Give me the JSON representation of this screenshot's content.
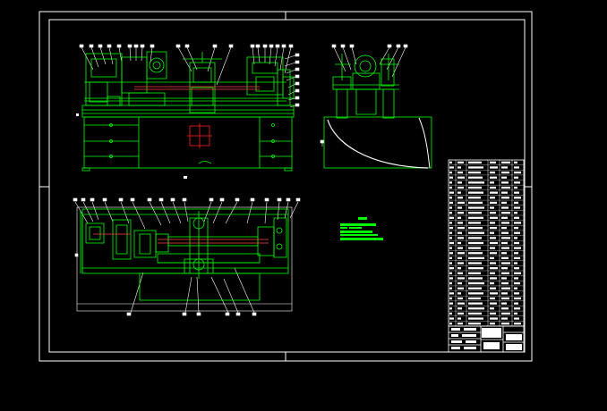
{
  "colors": {
    "background": "#000000",
    "frame": "#ffffff",
    "geometry": "#00ff00",
    "dimension": "#00c8c8",
    "center_mark": "#ff2020",
    "highlight": "#ff4040",
    "text_block": "#00ff00",
    "title_block": "#ffffff"
  },
  "views": {
    "front": "front-elevation",
    "side": "side-elevation",
    "top": "plan-view"
  },
  "technical_notes": {
    "heading": "",
    "lines": [
      "",
      "",
      ""
    ]
  },
  "title_block": {
    "parts_list_rows": 33,
    "parts_list_columns": 6
  }
}
